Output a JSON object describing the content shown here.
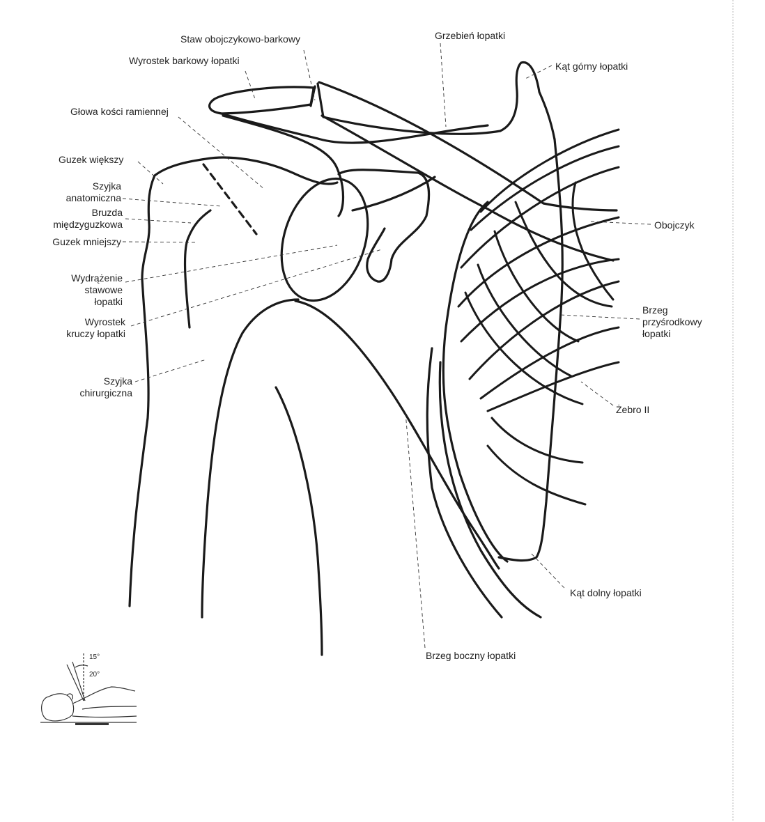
{
  "labels": {
    "staw_obojczykowo_barkowy": "Staw obojczykowo-barkowy",
    "grzebien_lopatki": "Grzebień łopatki",
    "wyrostek_barkowy": "Wyrostek barkowy łopatki",
    "kat_gorny": "Kąt górny łopatki",
    "glowa_kosci_ramiennej": "Głowa kości ramiennej",
    "guzek_wiekszy": "Guzek większy",
    "szyjka_anatomiczna": [
      "Szyjka",
      "anatomiczna"
    ],
    "bruzda_miedzyguzkowa": [
      "Bruzda",
      "międzyguzkowa"
    ],
    "guzek_mniejszy": "Guzek mniejszy",
    "obojczyk": "Obojczyk",
    "wydrazenie_stawowe": [
      "Wydrążenie",
      "stawowe",
      "łopatki"
    ],
    "wyrostek_kruczy": [
      "Wyrostek",
      "kruczy łopatki"
    ],
    "brzeg_przysrodkowy": [
      "Brzeg",
      "przyśrodkowy",
      "łopatki"
    ],
    "szyjka_chirurgiczna": [
      "Szyjka",
      "chirurgiczna"
    ],
    "zebro_ii": "Żebro II",
    "kat_dolny": "Kąt dolny łopatki",
    "brzeg_boczny": "Brzeg boczny łopatki"
  },
  "inset": {
    "angle_a": "15°",
    "angle_b": "20°"
  }
}
